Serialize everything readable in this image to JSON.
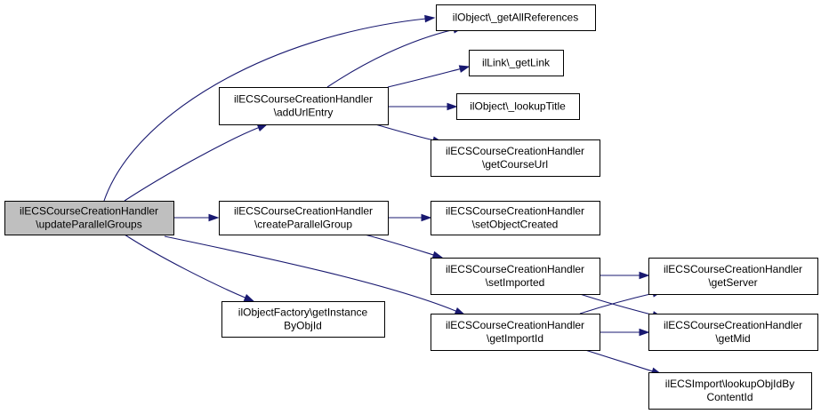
{
  "diagram": {
    "type": "call-graph",
    "colors": {
      "edge": "#191970",
      "node_fill": "#ffffff",
      "root_fill": "#bfbfbf",
      "border": "#000000"
    },
    "nodes": [
      {
        "id": "root",
        "lines": [
          "ilECSCourseCreationHandler",
          "\\updateParallelGroups"
        ],
        "root": true
      },
      {
        "id": "addUrlEntry",
        "lines": [
          "ilECSCourseCreationHandler",
          "\\addUrlEntry"
        ]
      },
      {
        "id": "createParallelGroup",
        "lines": [
          "ilECSCourseCreationHandler",
          "\\createParallelGroup"
        ]
      },
      {
        "id": "getInstanceByObjId",
        "lines": [
          "ilObjectFactory\\getInstance",
          "ByObjId"
        ]
      },
      {
        "id": "getAllReferences",
        "lines": [
          "ilObject\\_getAllReferences"
        ]
      },
      {
        "id": "getLink",
        "lines": [
          "ilLink\\_getLink"
        ]
      },
      {
        "id": "lookupTitle",
        "lines": [
          "ilObject\\_lookupTitle"
        ]
      },
      {
        "id": "getCourseUrl",
        "lines": [
          "ilECSCourseCreationHandler",
          "\\getCourseUrl"
        ]
      },
      {
        "id": "setObjectCreated",
        "lines": [
          "ilECSCourseCreationHandler",
          "\\setObjectCreated"
        ]
      },
      {
        "id": "setImported",
        "lines": [
          "ilECSCourseCreationHandler",
          "\\setImported"
        ]
      },
      {
        "id": "getImportId",
        "lines": [
          "ilECSCourseCreationHandler",
          "\\getImportId"
        ]
      },
      {
        "id": "getServer",
        "lines": [
          "ilECSCourseCreationHandler",
          "\\getServer"
        ]
      },
      {
        "id": "getMid",
        "lines": [
          "ilECSCourseCreationHandler",
          "\\getMid"
        ]
      },
      {
        "id": "lookupObjIdByContentId",
        "lines": [
          "ilECSImport\\lookupObjIdBy",
          "ContentId"
        ]
      }
    ],
    "edges": [
      {
        "from": "root",
        "to": "getAllReferences"
      },
      {
        "from": "root",
        "to": "addUrlEntry"
      },
      {
        "from": "root",
        "to": "createParallelGroup"
      },
      {
        "from": "root",
        "to": "getInstanceByObjId"
      },
      {
        "from": "root",
        "to": "getImportId"
      },
      {
        "from": "addUrlEntry",
        "to": "getAllReferences"
      },
      {
        "from": "addUrlEntry",
        "to": "getLink"
      },
      {
        "from": "addUrlEntry",
        "to": "lookupTitle"
      },
      {
        "from": "addUrlEntry",
        "to": "getCourseUrl"
      },
      {
        "from": "createParallelGroup",
        "to": "setObjectCreated"
      },
      {
        "from": "createParallelGroup",
        "to": "setImported"
      },
      {
        "from": "setImported",
        "to": "getServer"
      },
      {
        "from": "setImported",
        "to": "getMid"
      },
      {
        "from": "getImportId",
        "to": "getServer"
      },
      {
        "from": "getImportId",
        "to": "getMid"
      },
      {
        "from": "getImportId",
        "to": "lookupObjIdByContentId"
      }
    ]
  }
}
